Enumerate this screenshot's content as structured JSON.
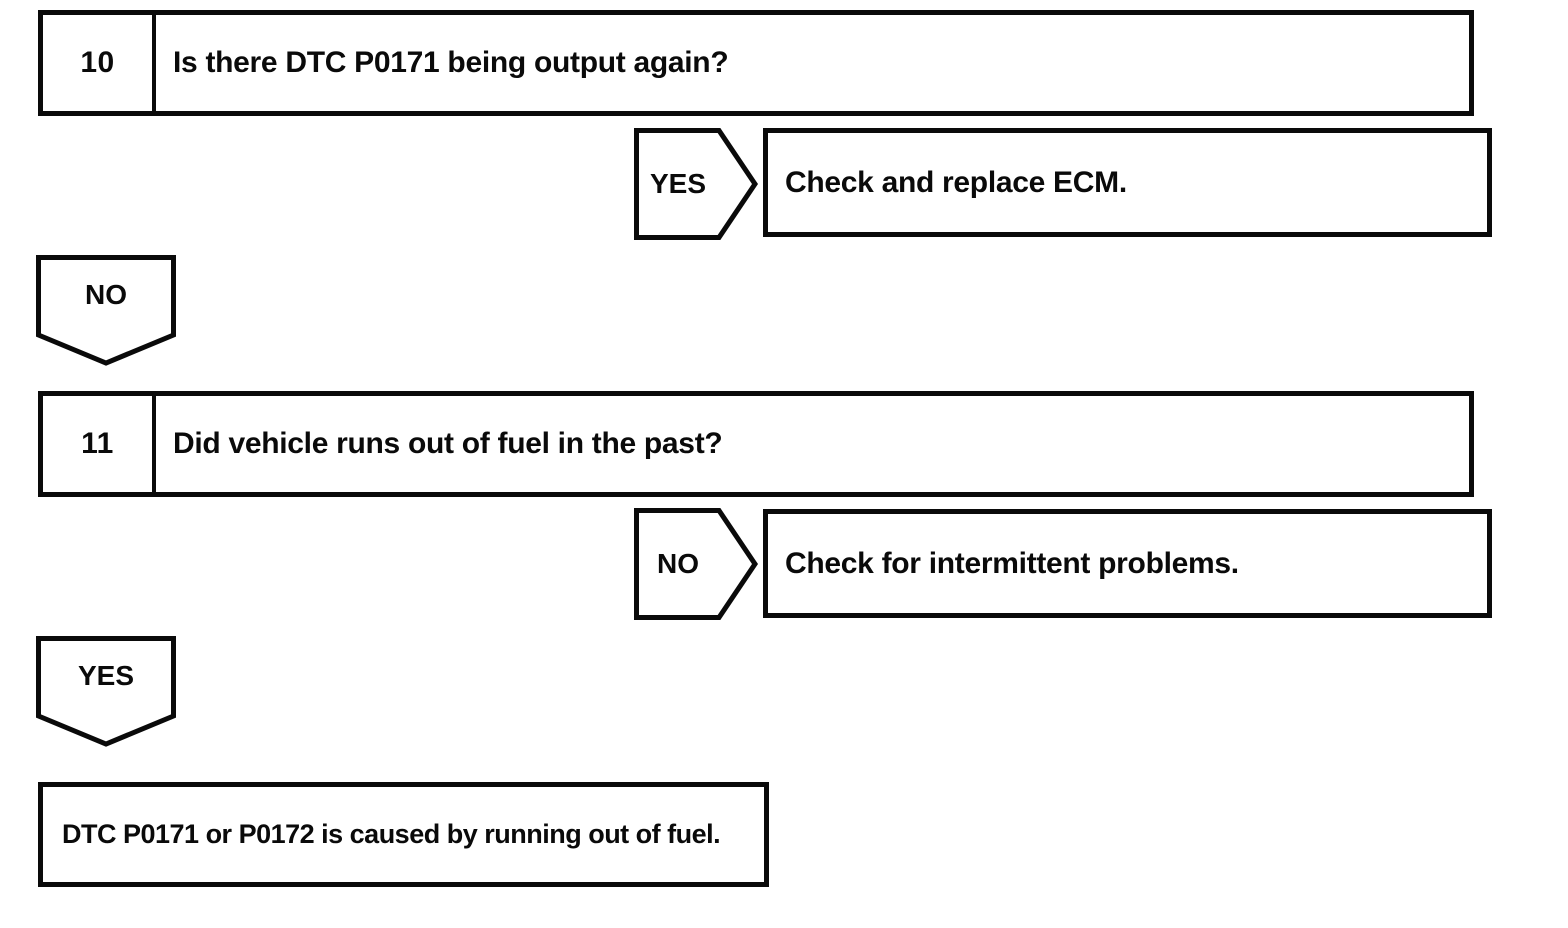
{
  "page": {
    "background_color": "#ffffff",
    "ink_color": "#0a0a0a",
    "kind": "diagnostic-flowchart"
  },
  "flowchart": {
    "steps": [
      {
        "number": "10",
        "question": "Is there DTC P0171 being output again?",
        "branch": {
          "label": "YES",
          "action": "Check and replace ECM."
        },
        "continue": {
          "label": "NO"
        }
      },
      {
        "number": "11",
        "question": "Did vehicle runs out of fuel in the past?",
        "branch": {
          "label": "NO",
          "action": "Check for intermittent problems."
        },
        "continue": {
          "label": "YES"
        }
      }
    ],
    "result": "DTC P0171 or P0172 is caused by running out of fuel."
  }
}
